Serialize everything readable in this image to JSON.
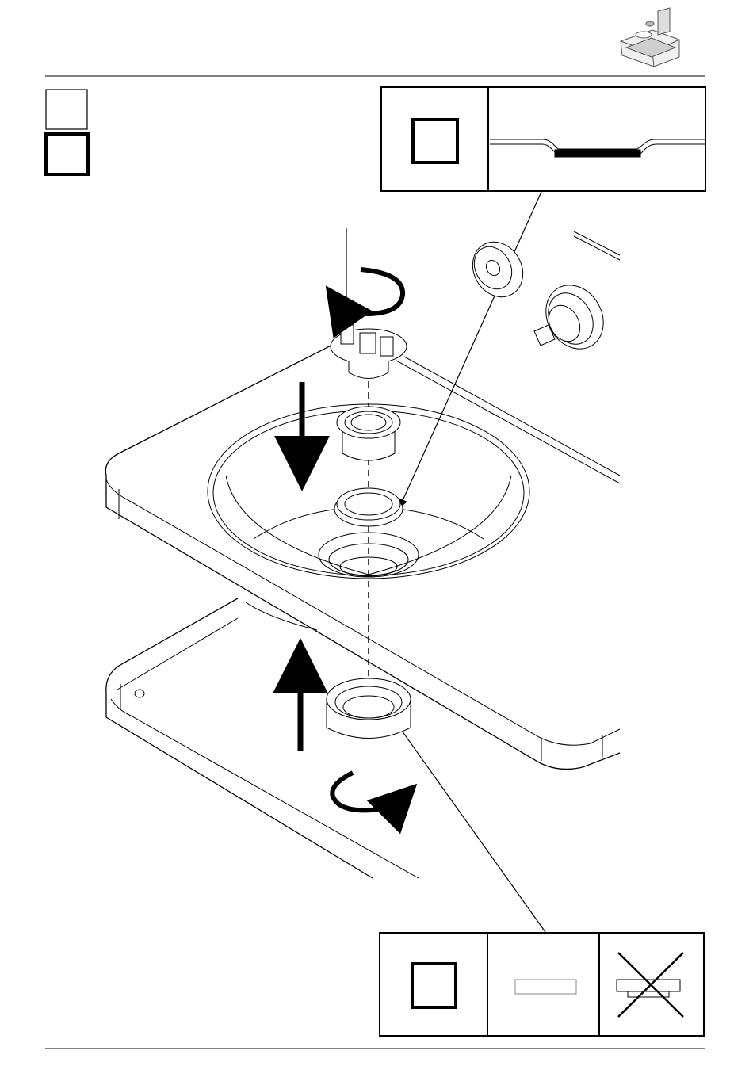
{
  "page": {
    "title": "",
    "header_icon": "faucet-mount-thumbnail-icon",
    "step_boxes": [
      {
        "name": "step-box-empty",
        "state": "unchecked"
      },
      {
        "name": "step-box-bold",
        "state": "unchecked"
      }
    ]
  },
  "top_detail": {
    "icons": [
      "checkbox-square-icon",
      "gasket-cross-section-icon"
    ]
  },
  "illustration": {
    "icons": [
      "washbasin-icon",
      "rotate-clockwise-arrow-icon",
      "rotate-counterclockwise-arrow-icon",
      "arrow-down-icon",
      "arrow-up-icon",
      "drain-plug-icon",
      "drain-sleeve-icon",
      "drain-nut-icon",
      "valve-cartridge-icon",
      "flange-ring-icon"
    ]
  },
  "bottom_detail": {
    "icons": [
      "checkbox-square-icon",
      "correct-flat-seal-icon",
      "incorrect-seal-crossed-icon"
    ]
  },
  "colors": {
    "ink": "#000000",
    "paper": "#ffffff",
    "grey": "#888888"
  }
}
